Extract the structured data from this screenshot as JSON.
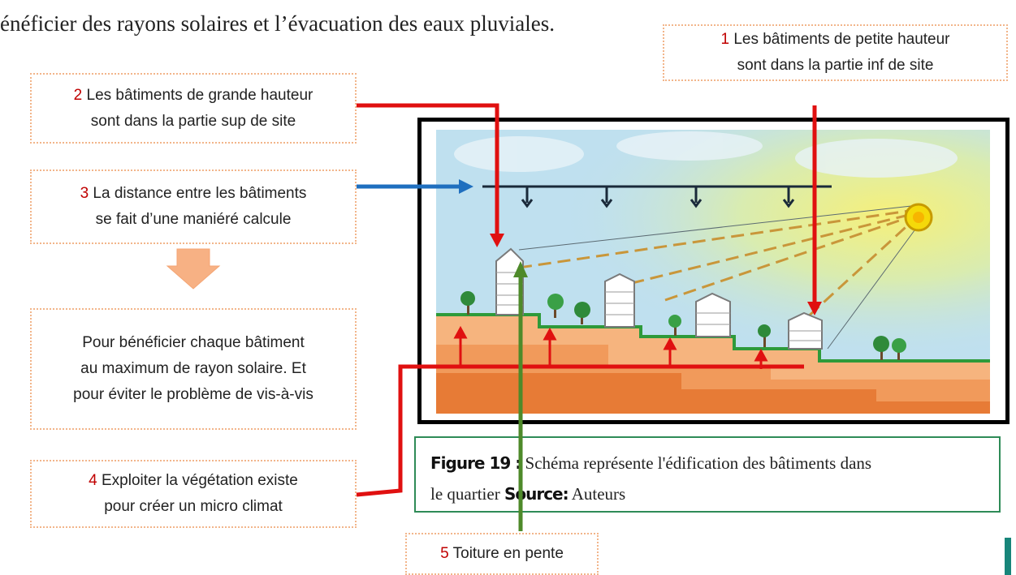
{
  "intro_text": "énéficier des rayons solaires et l’évacuation des eaux pluviales.",
  "notes": {
    "n1": {
      "num": "1",
      "line1": "Les bâtiments de petite hauteur",
      "line2": "sont dans la partie inf de site"
    },
    "n2": {
      "num": "2",
      "line1": "Les bâtiments de grande hauteur",
      "line2": "sont dans la partie sup de site"
    },
    "n3": {
      "num": "3",
      "line1": "La distance entre les bâtiments",
      "line2": "se fait d’une maniéré calcule"
    },
    "result": {
      "line1": "Pour bénéficier chaque bâtiment",
      "line2": "au maximum de rayon solaire. Et",
      "line3": "pour éviter le problème de vis-à-vis"
    },
    "n4": {
      "num": "4",
      "line1": "Exploiter la végétation existe",
      "line2": "pour créer un micro climat"
    },
    "n5": {
      "num": "5",
      "line1": "Toiture en pente"
    }
  },
  "caption": {
    "figure_label": "Figure 19 :",
    "text_part1": " Schéma représente l'édification des bâtiments dans",
    "text_part2": "le quartier ",
    "source_label": "Source:",
    "source_value": " Auteurs"
  },
  "colors": {
    "arrow_red": "#e01010",
    "arrow_blue": "#1f6fbf",
    "arrow_green": "#4e8a2a",
    "note_border": "#f2b58a",
    "caption_border": "#2e8b57",
    "sky": "#bfe0ef",
    "ground_green": "#2e9a3a",
    "earth": "#f19a5b"
  }
}
